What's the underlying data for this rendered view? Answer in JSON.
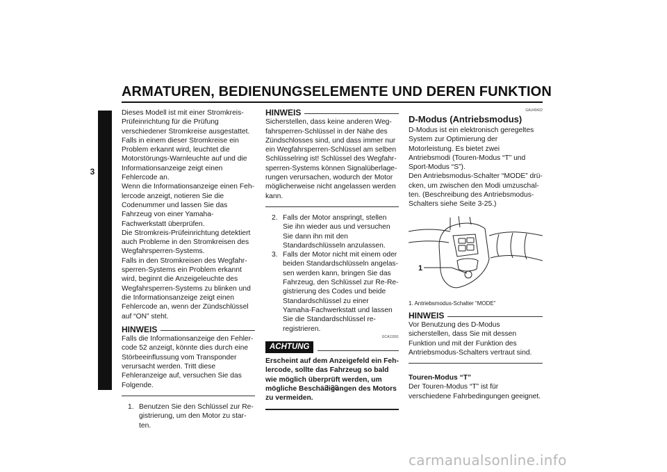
{
  "header": {
    "title": "ARMATUREN, BEDIENUNGSELEMENTE UND DEREN FUNKTION",
    "chapter": "3"
  },
  "col1": {
    "intro": "Dieses Modell ist mit einer Stromkreis-Prü­feinrichtung für die Prüfung verschiedener Stromkreise ausgestattet. Falls in einem dieser Stromkreise ein Problem erkannt wird, leuchtet die Motorstörungs-Warn­leuchte auf und die Informationsanzeige zeigt einen Fehlercode an.",
    "p2": "Wenn die Informationsanzeige einen Feh­lercode anzeigt, notieren Sie die Codenum­mer und lassen Sie das Fahrzeug von einer Yamaha-Fachwerkstatt überprüfen.",
    "p3": "Die Stromkreis-Prüfeinrichtung detektiert auch Probleme in den Stromkreisen des Wegfahrsperren-Systems.",
    "p4": "Falls in den Stromkreisen des Wegfahr­sperren-Systems ein Problem erkannt wird, beginnt die Anzeigeleuchte des Wegfahr­sperren-Systems zu blinken und die Infor­mationsanzeige zeigt einen Fehlercode an, wenn der Zündschlüssel auf “ON” steht.",
    "hinweis_label": "HINWEIS",
    "hinweis_text": "Falls die Informationsanzeige den Fehler­code 52 anzeigt, könnte dies durch eine Störbeeinflussung vom Transponder verur­sacht werden. Tritt diese Fehleranzeige auf, versuchen Sie das Folgende.",
    "step1_num": "1.",
    "step1_text": "Benutzen Sie den Schlüssel zur Re­gistrierung, um den Motor zu star­ten."
  },
  "col2": {
    "hinweis_label": "HINWEIS",
    "hinweis_text": "Sicherstellen, dass keine anderen Weg­fahrsperren-Schlüssel in der Nähe des Zündschlosses sind, und dass immer nur ein Wegfahrsperren-Schlüssel am selben Schlüsselring ist! Schlüssel des Wegfahr­sperren-Systems können Signalüberlage­rungen verursachen, wodurch der Motor möglicherweise nicht angelassen werden kann.",
    "step2_num": "2.",
    "step2_text": "Falls der Motor anspringt, stellen Sie ihn wieder aus und versuchen Sie dann ihn mit den Standardschlüsseln anzulassen.",
    "step3_num": "3.",
    "step3_text": "Falls der Motor nicht mit einem oder beiden Standardschlüsseln angelas­sen werden kann, bringen Sie das Fahrzeug, den Schlüssel zur Re-Re­gistrierung des Codes und beide Standardschlüssel zu einer Yamaha-Fachwerkstatt und lassen Sie die Standardschlüssel re-registrieren.",
    "code": "GCA11591",
    "achtung_label": "ACHTUNG",
    "achtung_text": "Erscheint auf dem Anzeigefeld ein Feh­lercode, sollte das Fahrzeug so bald wie möglich überprüft werden, um mögliche Beschädigungen des Motors zu vermei­den."
  },
  "col3": {
    "code": "GAU49432",
    "title": "D-Modus (Antriebsmodus)",
    "p1": "D-Modus ist ein elektronisch geregeltes System zur Optimierung der Motorleistung. Es bietet zwei Antriebsmodi (Touren-Mo­dus “T” und Sport-Modus “S”).",
    "p2": "Den Antriebsmodus-Schalter “MODE” drü­cken, um zwischen den Modi umzuschal­ten. (Beschreibung des Antriebsmodus-Schalters siehe Seite 3-25.)",
    "figure_callout": "1",
    "caption": "1. Antriebsmodus-Schalter “MODE”",
    "hinweis_label": "HINWEIS",
    "hinweis_text": "Vor Benutzung des D-Modus sicherstellen, dass Sie mit dessen Funktion und mit der Funktion des Antriebsmodus-Schalters vertraut sind.",
    "sub_title": "Touren-Modus “T”",
    "sub_text": "Der Touren-Modus “T” ist für verschiedene Fahrbedingungen geeignet."
  },
  "page_number": "3-23",
  "watermark": "carmanualsonline.info"
}
